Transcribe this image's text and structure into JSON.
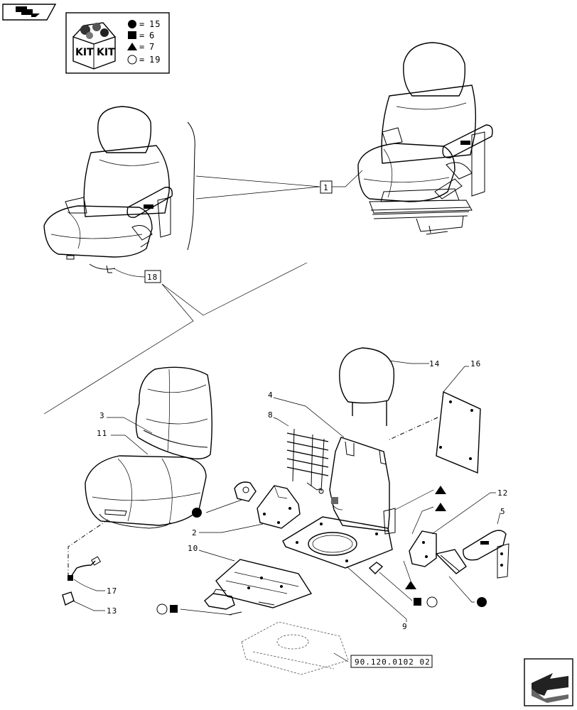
{
  "kit": {
    "box_words": [
      "KIT",
      "KIT"
    ],
    "legend": [
      {
        "symbol": "circle-filled",
        "value": "15"
      },
      {
        "symbol": "square-filled",
        "value": "6"
      },
      {
        "symbol": "triangle-filled",
        "value": "7"
      },
      {
        "symbol": "circle-open",
        "value": "19"
      }
    ]
  },
  "callouts": {
    "c1": "1",
    "c18": "18",
    "c14": "14",
    "c16": "16",
    "c4": "4",
    "c8": "8",
    "c3": "3",
    "c11": "11",
    "c2": "2",
    "c10": "10",
    "c12": "12",
    "c5": "5",
    "c17": "17",
    "c13": "13",
    "c9": "9"
  },
  "reference": "90.120.0102 02",
  "icons": {
    "nav_top": "back-arrow-icon",
    "nav_bottom": "forward-arrow-icon"
  }
}
